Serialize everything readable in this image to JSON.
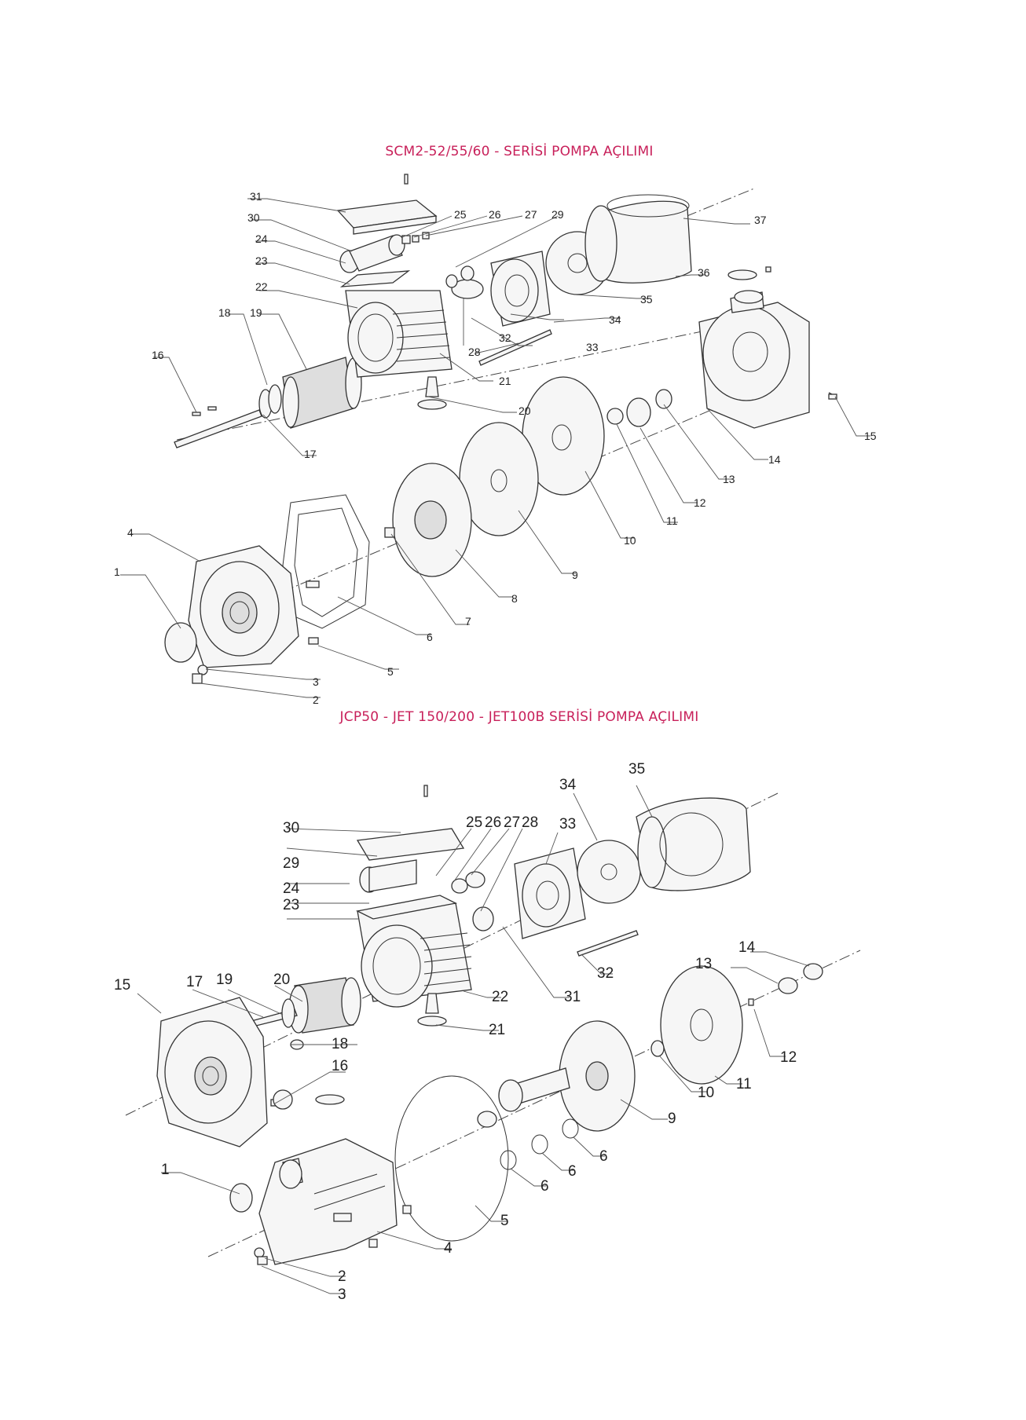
{
  "title_top": "SCM2-52/55/60 - SERİSİ POMPA AÇILIMI",
  "title_bottom": "JCP50 - JET 150/200 - JET100B SERİSİ POMPA AÇILIMI",
  "accent_color": "#c8205a",
  "top_labels": [
    "1",
    "2",
    "3",
    "4",
    "5",
    "6",
    "7",
    "8",
    "9",
    "10",
    "11",
    "12",
    "13",
    "14",
    "15",
    "16",
    "17",
    "18",
    "19",
    "20",
    "21",
    "22",
    "23",
    "24",
    "25",
    "26",
    "27",
    "28",
    "29",
    "30",
    "31",
    "32",
    "33",
    "34",
    "35",
    "36",
    "37"
  ],
  "bottom_labels": [
    "1",
    "2",
    "3",
    "4",
    "5",
    "6",
    "6",
    "6",
    "9",
    "10",
    "11",
    "12",
    "13",
    "14",
    "15",
    "16",
    "17",
    "18",
    "19",
    "20",
    "21",
    "22",
    "23",
    "24",
    "25",
    "26",
    "27",
    "28",
    "29",
    "30",
    "31",
    "32",
    "33",
    "34",
    "35"
  ]
}
